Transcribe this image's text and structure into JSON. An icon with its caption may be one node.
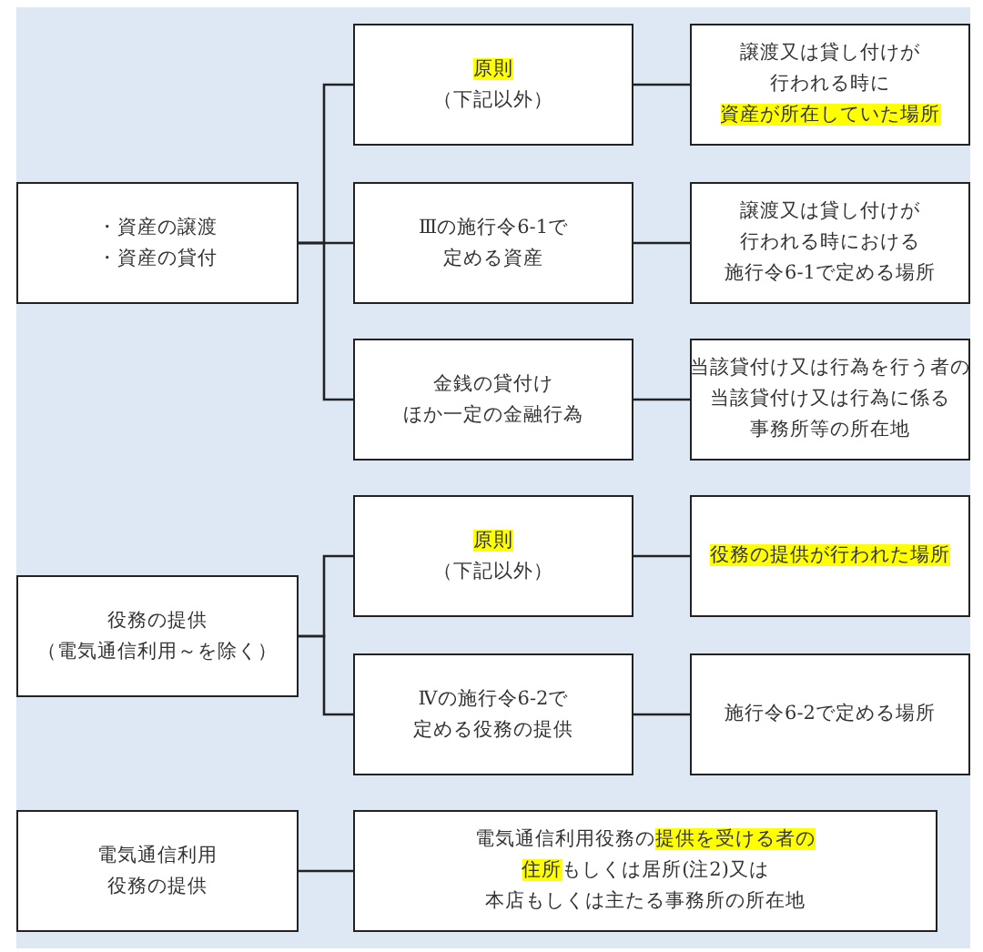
{
  "diagram": {
    "nodes": [
      {
        "text": [
          "・資産の譲渡・資産の貸付"
        ]
      },
      {
        "text": [
          "原則",
          "（下記以外）"
        ]
      },
      {
        "text": [
          "譲渡又は貸し付けが行われる時に資産が所在していた場所"
        ]
      },
      {
        "text": [
          "Ⅲの施行令6-1で定める資産"
        ]
      },
      {
        "text": [
          "譲渡又は貸し付けが行われる時における施行令6-1で定める場所"
        ]
      },
      {
        "text": [
          "金銭の貸付けほか一定の金融行為"
        ]
      },
      {
        "text": [
          "当該貸付け又は行為を行う者の当該貸付け又は行為に係る事務所等の所在地"
        ]
      },
      {
        "text": [
          "役務の提供（電気通信利用～を除く）"
        ]
      },
      {
        "text": [
          "原則",
          "（下記以外）"
        ]
      },
      {
        "text": [
          "役務の提供が行われた場所"
        ]
      },
      {
        "text": [
          "Ⅳの施行令6-2で定める役務の提供"
        ]
      },
      {
        "text": [
          "施行令6-2で定める場所"
        ]
      },
      {
        "text": [
          "電気通信利用役務の提供"
        ]
      },
      {
        "text": [
          "電気通信利用役務の提供を受ける者の住所もしくは居所(注2)又は本店もしくは主たる事務所の所在地"
        ]
      }
    ],
    "edges": [
      {
        "from": 0,
        "to": 1,
        "arrow": "none"
      },
      {
        "from": 0,
        "to": 3,
        "arrow": "none"
      },
      {
        "from": 0,
        "to": 5,
        "arrow": "none"
      },
      {
        "from": 1,
        "to": 2,
        "arrow": "none"
      },
      {
        "from": 3,
        "to": 4,
        "arrow": "none"
      },
      {
        "from": 5,
        "to": 6,
        "arrow": "none"
      },
      {
        "from": 7,
        "to": 8,
        "arrow": "none"
      },
      {
        "from": 7,
        "to": 10,
        "arrow": "none"
      },
      {
        "from": 8,
        "to": 9,
        "arrow": "none"
      },
      {
        "from": 10,
        "to": 11,
        "arrow": "none"
      },
      {
        "from": 12,
        "to": 13,
        "arrow": "none"
      }
    ]
  }
}
